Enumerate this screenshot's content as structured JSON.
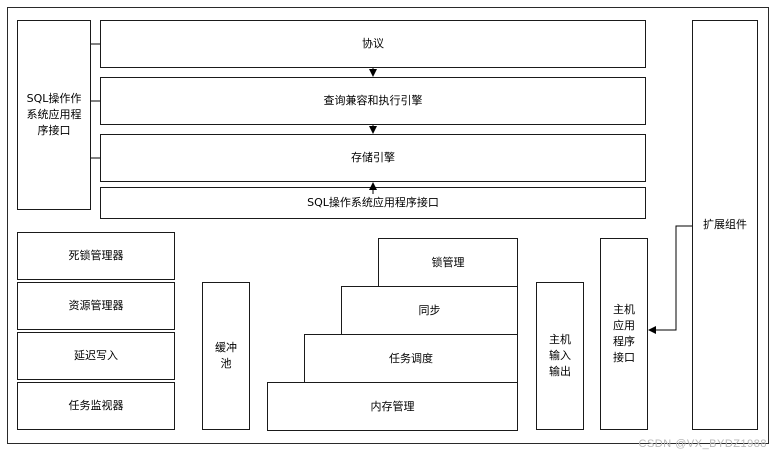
{
  "diagram": {
    "sql_api_left": "SQL操作作系统应用程序接口",
    "protocol": "协议",
    "query_engine": "查询兼容和执行引擎",
    "storage_engine": "存储引擎",
    "sql_api_bottom": "SQL操作系统应用程序接口",
    "extension": "扩展组件",
    "deadlock_manager": "死锁管理器",
    "resource_manager": "资源管理器",
    "lazy_writer": "延迟写入",
    "task_monitor": "任务监视器",
    "buffer_pool": "缓冲池",
    "lock_manager": "锁管理",
    "sync": "同步",
    "task_scheduler": "任务调度",
    "memory_manager": "内存管理",
    "host_io": "主机输入输出",
    "host_api": "主机应用程序接口"
  },
  "watermark": "CSDN @VX_BYDZ1988"
}
